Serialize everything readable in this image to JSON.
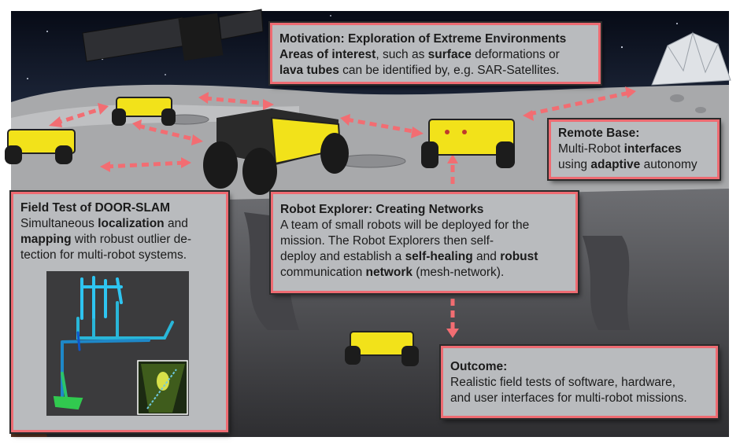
{
  "motivation": {
    "title": "Motivation: Exploration of Extreme Environments",
    "l1_b1": "Areas of interest",
    "l1_t1": ", such as ",
    "l1_b2": "surface",
    "l1_t2": " deformations or",
    "l2_b1": "lava tubes",
    "l2_t1": "  can be identified by, e.g. SAR-Satellites."
  },
  "remote": {
    "title": "Remote Base:",
    "l1_t": "Multi-Robot ",
    "l1_b": "interfaces",
    "l2_t1": "using ",
    "l2_b": "adaptive",
    "l2_t2": " autonomy"
  },
  "field": {
    "title": "Field Test of DOOR-SLAM",
    "l1_t": "Simultaneous ",
    "l1_b": "localization",
    "l1_t2": " and",
    "l2_b": "mapping",
    "l2_t": " with robust outlier de-",
    "l3": "tection for multi-robot systems."
  },
  "explorer": {
    "title": "Robot Explorer: Creating Networks",
    "l1": "A team of small robots will be deployed for the",
    "l2": "mission. The Robot Explorers then self-",
    "l3_t": "deploy and establish a ",
    "l3_b1": "self-healing",
    "l3_t2": " and ",
    "l3_b2": "robust",
    "l4_t": "communication ",
    "l4_b": "network",
    "l4_t2": " (mesh-network)."
  },
  "outcome": {
    "title": "Outcome:",
    "l1": "Realistic field tests of software, hardware,",
    "l2": "and user interfaces for multi-robot missions."
  },
  "colors": {
    "panel_bg": "#b9bbbe",
    "panel_border": "#ee6b72",
    "arrow": "#f26d72",
    "robot_body": "#f2e21a",
    "sky": "#0c1220",
    "ground": "#a8a9ab",
    "cave": "#5a5a5e"
  }
}
